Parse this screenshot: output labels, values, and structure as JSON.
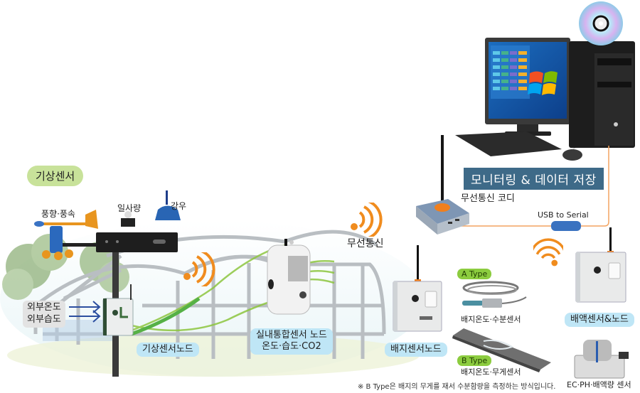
{
  "diagram": {
    "weather_group": {
      "title": "기상센서",
      "wind_label": "풍향·풍속",
      "solar_label": "일사량",
      "rain_label": "강우",
      "external_inputs": [
        "외부온도",
        "외부습도"
      ],
      "node_label": "기상센서노드"
    },
    "indoor_node": {
      "label_line1": "실내통합센서 노드",
      "label_line2": "온도·습도·CO2"
    },
    "wireless": {
      "label": "무선통신"
    },
    "coordinator": {
      "label": "무선통신 코디"
    },
    "pc": {
      "banner": "모니터링 & 데이터 저장",
      "usb_label": "USB to Serial"
    },
    "substrate": {
      "node_label": "배지센서노드",
      "type_a_badge": "A Type",
      "type_a_label": "배지온도·수분센서",
      "type_b_badge": "B Type",
      "type_b_label": "배지온도·무게센서",
      "footnote": "※ B Type은 배지의 무게를 재서 수분함량을 측정하는 방식입니다."
    },
    "nutrient": {
      "node_label": "배액센서&노드",
      "sensor_label": "EC·PH·배액량 센서"
    },
    "colors": {
      "wifi_orange": "#f08c1e",
      "banner_blue": "#3e6a88",
      "pill_blue": "#bfe6f6",
      "pill_green": "#c8e29a",
      "type_green": "#8ccc3f",
      "link_orange": "#f4a460",
      "usb_blue": "#3a72c0"
    }
  }
}
